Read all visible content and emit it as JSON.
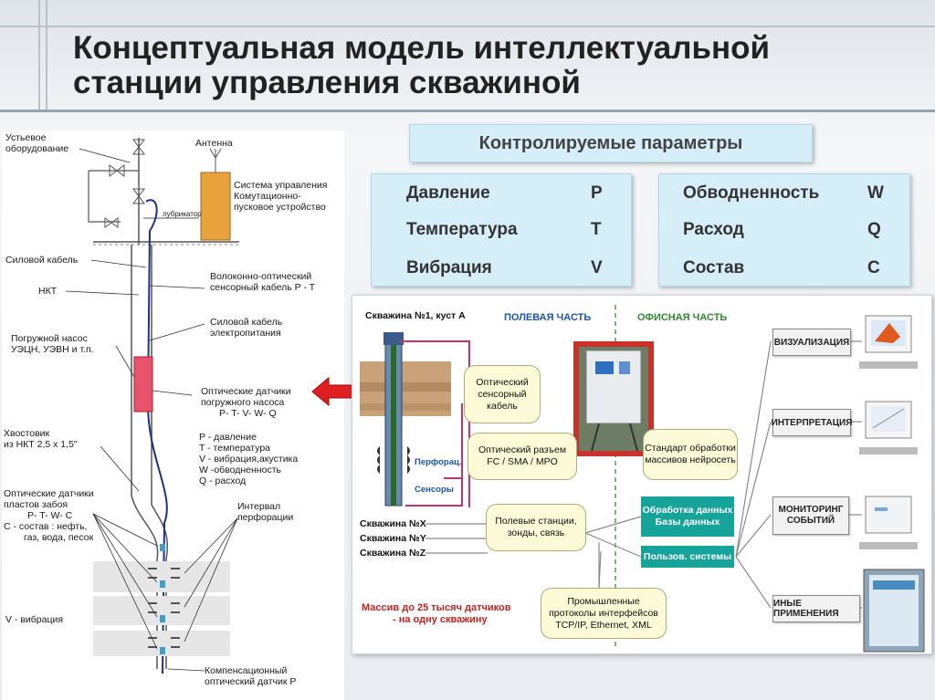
{
  "title": {
    "line1": "Концептуальная модель интеллектуальной",
    "line2": "станции управления скважиной"
  },
  "left_diagram": {
    "labels": {
      "wellhead": [
        "Устьевое",
        "оборудование"
      ],
      "antenna": "Антенна",
      "control_system": [
        "Система управления",
        "Комутационно-",
        "пусковое устройство"
      ],
      "power_cable": "Силовой кабель",
      "nkt": "НКТ",
      "fiber_cable": [
        "Волоконно-оптический",
        "сенсорный кабель P - T"
      ],
      "power_cable_supply": [
        "Силовой кабель",
        "электропитания"
      ],
      "pump": [
        "Погружной насос",
        "УЭЦН, УЭВН и т.п."
      ],
      "pump_sensors": [
        "Оптические датчики",
        "погружного насоса"
      ],
      "pump_params": "P- T- V- W- Q",
      "param_legend": [
        "P - давление",
        "T - температура",
        "V - вибрация,акустика",
        "W -обводненность",
        "Q - расход"
      ],
      "tail": [
        "Хвостовик",
        "из НКТ 2,5 х 1,5\""
      ],
      "bottom_sensors": [
        "Оптические датчики",
        "пластов забоя"
      ],
      "bottom_params": "P- T- W- C",
      "composition": [
        "C - состав : нефть,",
        "газ, вода, песок"
      ],
      "perforation": [
        "Интервал",
        "перфорации"
      ],
      "vibration": "V - вибрация",
      "comp_sensor": [
        "Компенсационный",
        "оптический датчик P"
      ],
      "lubricator": "лубрикатор"
    }
  },
  "params": {
    "header": "Контролируемые параметры",
    "left": [
      {
        "name": "Давление",
        "symbol": "P"
      },
      {
        "name": "Температура",
        "symbol": "T"
      },
      {
        "name": "Вибрация",
        "symbol": "V"
      }
    ],
    "right": [
      {
        "name": "Обводненность",
        "symbol": "W"
      },
      {
        "name": "Расход",
        "symbol": "Q"
      },
      {
        "name": "Состав",
        "symbol": "C"
      }
    ]
  },
  "system": {
    "well1": "Скважина №1, куст А",
    "field_part": "ПОЛЕВАЯ ЧАСТЬ",
    "office_part": "ОФИСНАЯ ЧАСТЬ",
    "optical_sensor_cable": [
      "Оптический",
      "сенсорный",
      "кабель"
    ],
    "optical_connector": [
      "Оптический разъем",
      "FC / SMA / MPO"
    ],
    "perforation": "Перфорац.",
    "sensors": "Сенсоры",
    "standard": [
      "Стандарт обработки",
      "массивов нейросеть"
    ],
    "wells": [
      "Скважина №X",
      "Скважина №Y",
      "Скважина №Z"
    ],
    "field_stations": [
      "Полевые станции,",
      "зонды, связь"
    ],
    "data_processing": [
      "Обработка данных",
      "Базы данных"
    ],
    "user_systems": "Пользов. системы",
    "array_note": [
      "Массив до 25 тысяч датчиков",
      "- на одну скважину"
    ],
    "protocols": [
      "Промышленные",
      "протоколы интерфейсов",
      "TCP/IP, Ethernet, XML"
    ],
    "outputs": [
      "ВИЗУАЛИЗАЦИЯ",
      "ИНТЕРПРЕТАЦИЯ",
      "МОНИТОРИНГ СОБЫТИЙ",
      "ИНЫЕ ПРИМЕНЕНИЯ"
    ]
  },
  "colors": {
    "accent_teal": "#16a39a",
    "param_box": "#d6eef8",
    "arrow_red": "#e02020",
    "pump_red": "#e8536d",
    "cable_blue": "#1c2f8a"
  }
}
